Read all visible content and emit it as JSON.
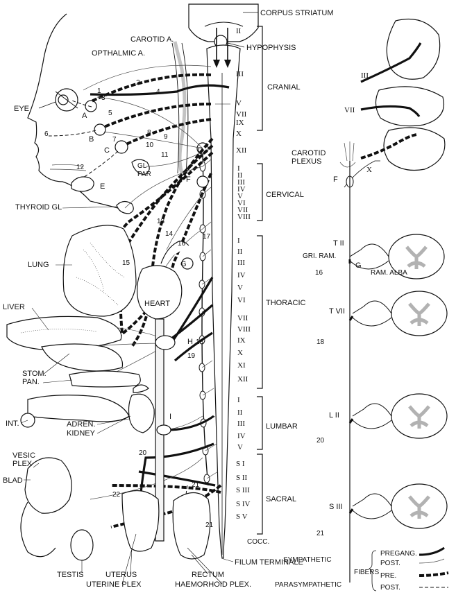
{
  "labels": {
    "corpus_striatum": "CORPUS STRIATUM",
    "hypophysis": "HYPOPHYSIS",
    "carotid_a": "CAROTID A.",
    "opthalmic_a": "OPTHALMIC A.",
    "eye": "EYE",
    "cranial": "CRANIAL",
    "cervical": "CERVICAL",
    "thoracic": "THORACIC",
    "lumbar": "LUMBAR",
    "sacral": "SACRAL",
    "cocc": "COCC.",
    "thyroid": "THYROID GL",
    "lung": "LUNG",
    "heart": "HEART",
    "liver": "LIVER",
    "stom": "STOM.",
    "pan": "PAN.",
    "int": "INT.",
    "adren": "ADREN.",
    "kidney": "KIDNEY",
    "vesic": "VESIC",
    "plex": "PLEX",
    "blad": "BLAD",
    "testis": "TESTIS",
    "uterus": "UTERUS",
    "uterine_plex": "UTERINE PLEX",
    "rectum": "RECTUM",
    "haemorhoid": "HAEMORHOID PLEX.",
    "filum": "FILUM TERMINALE",
    "carotid_plexus_1": "CAROTID",
    "carotid_plexus_2": "PLEXUS",
    "gri_ram": "GRI. RAM.",
    "ram_alba": "RAM. ALBA",
    "gl": "GL",
    "par": "PAR"
  },
  "letters": {
    "a": "A",
    "b": "B",
    "c": "C",
    "d": "D",
    "e": "E",
    "f": "F",
    "f2": "F",
    "g": "G",
    "g2": "G",
    "h": "H",
    "i": "I"
  },
  "nerve_numbers": {
    "n1": "1",
    "n2": "2",
    "n3": "3",
    "n4": "4",
    "n5": "5",
    "n6": "6",
    "n7": "7",
    "n8": "8",
    "n9": "9",
    "n10": "10",
    "n11": "11",
    "n12": "12",
    "n13": "13",
    "n14": "14",
    "n15": "15",
    "n16": "16",
    "n17": "17",
    "n18": "18",
    "n19": "19",
    "n20": "20",
    "n21": "21",
    "n22": "22",
    "n16r": "16",
    "n18r": "18",
    "n20r": "20",
    "n21r": "21",
    "n21b": "21"
  },
  "cranial_numerals": [
    "II",
    "III",
    "V",
    "VII",
    "IX",
    "X",
    "XII"
  ],
  "cervical_numerals": [
    "I",
    "II",
    "III",
    "IV",
    "V",
    "VI",
    "VII",
    "VIII"
  ],
  "thoracic_numerals": [
    "I",
    "II",
    "III",
    "IV",
    "V",
    "VI",
    "VII",
    "VIII",
    "IX",
    "X",
    "XI",
    "XII"
  ],
  "lumbar_numerals": [
    "I",
    "II",
    "III",
    "IV",
    "V"
  ],
  "sacral_numerals": [
    "S I",
    "S II",
    "S III",
    "S IV",
    "S V"
  ],
  "right_panel": {
    "rn_III": "III",
    "rn_VII": "VII",
    "rn_X": "X",
    "seg_TII": "T II",
    "seg_TVII": "T VII",
    "seg_LII": "L II",
    "seg_SIII": "S III"
  },
  "legend": {
    "sympathetic": "SYMPATHETIC",
    "parasympathetic": "PARASYMPATHETIC",
    "fibers": "FIBERS",
    "pregang": "PREGANG.",
    "post": "POST.",
    "pre": "PRE.",
    "post2": "POST."
  }
}
